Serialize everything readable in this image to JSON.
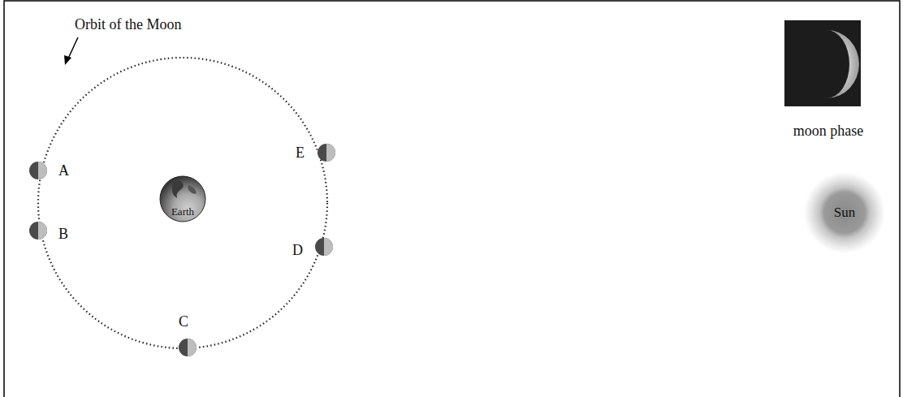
{
  "diagram": {
    "nodes": [
      {
        "text": [
          "Earth"
        ]
      },
      {
        "text": [
          "moon phase"
        ]
      },
      {
        "text": [
          "Sun"
        ]
      }
    ],
    "labels": [
      "Orbit of the Moon",
      "A",
      "B",
      "C",
      "D",
      "E"
    ]
  }
}
